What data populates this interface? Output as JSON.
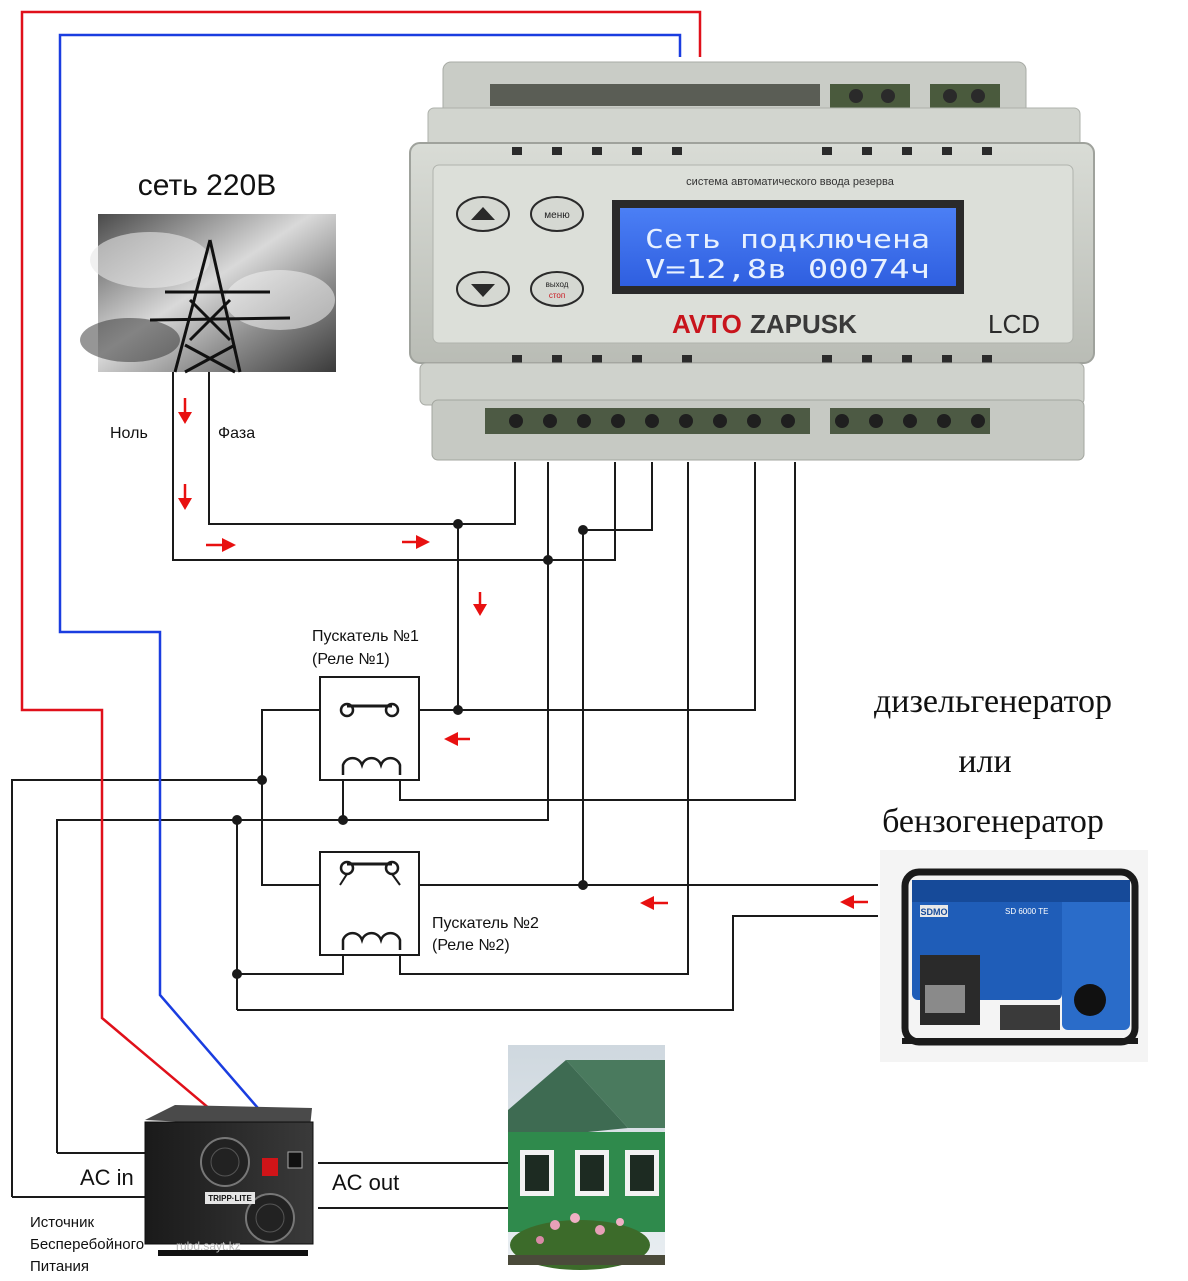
{
  "labels": {
    "grid": "сеть 220В",
    "neutral": "Ноль",
    "phase": "Фаза",
    "starter1_line1": "Пускатель №1",
    "starter1_line2": "(Реле №1)",
    "starter2_line1": "Пускатель №2",
    "starter2_line2": "(Реле №2)",
    "generator_line1": "дизельгенератор",
    "generator_line2": "или",
    "generator_line3": "бензогенератор",
    "ac_in": "AC in",
    "ac_out": "AC out",
    "ups_line1": "Источник",
    "ups_line2": "Бесперебойного",
    "ups_line3": "Питания"
  },
  "controller": {
    "header": "система автоматического ввода резерва",
    "lcd_line1": "Сеть  подключена",
    "lcd_line2": " V=12,8в  00074ч",
    "brand_red": "AVTO",
    "brand_dark": "ZAPUSK",
    "model": "LCD",
    "btn_menu": "меню",
    "btn_exit": "выход",
    "btn_stop": "стоп"
  },
  "generator": {
    "brand": "SDMO",
    "model": "SD 6000 TE"
  },
  "ups": {
    "brand": "TRIPP·LITE"
  },
  "watermark": "rubd.sayt.kz",
  "colors": {
    "wire": "#1a1a1a",
    "wire_red": "#e0101a",
    "wire_blue": "#1a3de0",
    "arrow": "#e81010",
    "lcd_bg": "#3b6ff0",
    "brand_red": "#c8141c"
  }
}
